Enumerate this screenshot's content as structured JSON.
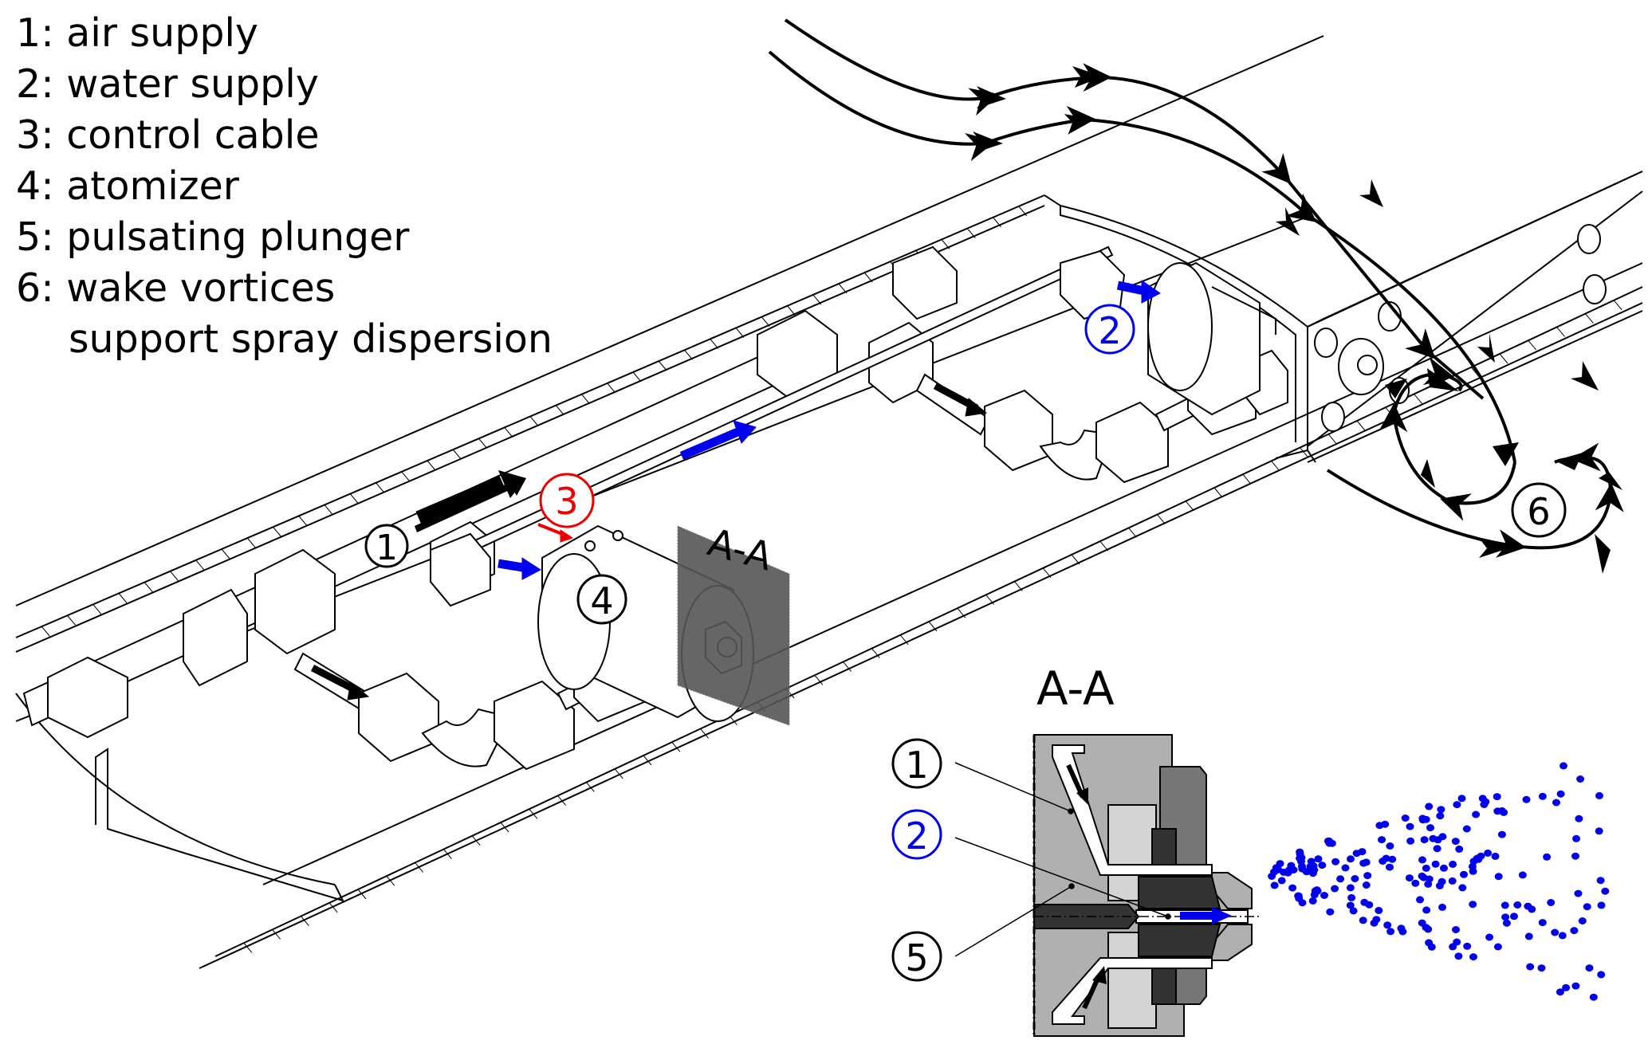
{
  "legend": {
    "items": [
      {
        "num": "1",
        "sep": ":",
        "label": "air supply"
      },
      {
        "num": "2",
        "sep": ":",
        "label": "water supply"
      },
      {
        "num": "3",
        "sep": ":",
        "label": "control cable"
      },
      {
        "num": "4",
        "sep": ":",
        "label": "atomizer"
      },
      {
        "num": "5",
        "sep": ":",
        "label": "pulsating plunger"
      },
      {
        "num": "6",
        "sep": ":",
        "label": "wake vortices"
      }
    ],
    "continuation": "support spray dispersion"
  },
  "callouts": {
    "air": "1",
    "water": "2",
    "cable": "3",
    "atomizer": "4",
    "plunger": "5",
    "vortices": "6"
  },
  "section": {
    "plane_label": "A-A",
    "detail_title": "A-A"
  },
  "colors": {
    "air": "#000000",
    "water": "#0000ee",
    "cable": "#ee0000",
    "spray": "#0000ee",
    "body_light": "#b0b0b0",
    "body_lighter": "#d4d4d4",
    "body_mid": "#777777",
    "body_dark": "#333333",
    "section_plane": "#555555"
  }
}
